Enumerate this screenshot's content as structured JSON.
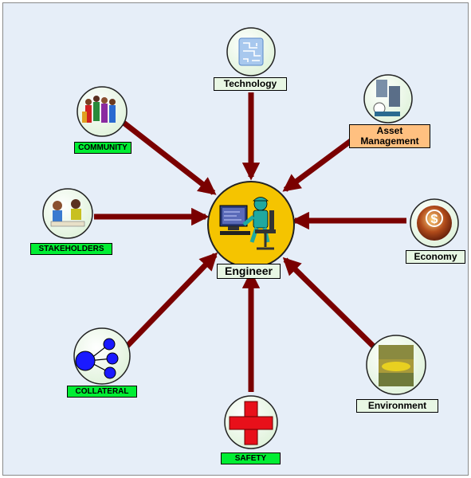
{
  "diagram": {
    "center": {
      "label": "Engineer"
    },
    "nodes": [
      {
        "id": "technology",
        "label": "Technology",
        "icon": "circuit-board-icon"
      },
      {
        "id": "asset-management",
        "label": "Asset Management",
        "icon": "industrial-plant-icon"
      },
      {
        "id": "economy",
        "label": "Economy",
        "icon": "dollar-coin-icon"
      },
      {
        "id": "environment",
        "label": "Environment",
        "icon": "nature-photo-icon"
      },
      {
        "id": "safety",
        "label": "SAFETY",
        "icon": "red-cross-icon"
      },
      {
        "id": "collateral",
        "label": "COLLATERAL",
        "icon": "hub-spoke-icon"
      },
      {
        "id": "stakeholders",
        "label": "STAKEHOLDERS",
        "icon": "meeting-people-icon"
      },
      {
        "id": "community",
        "label": "COMMUNITY",
        "icon": "crowd-people-icon"
      }
    ],
    "colors": {
      "arrow": "#7a0000",
      "background": "#e6eef8",
      "center_fill": "#f5c400",
      "label_green": "#00ee33",
      "label_pale": "#e8f7e4",
      "label_orange": "#ffc080"
    }
  }
}
